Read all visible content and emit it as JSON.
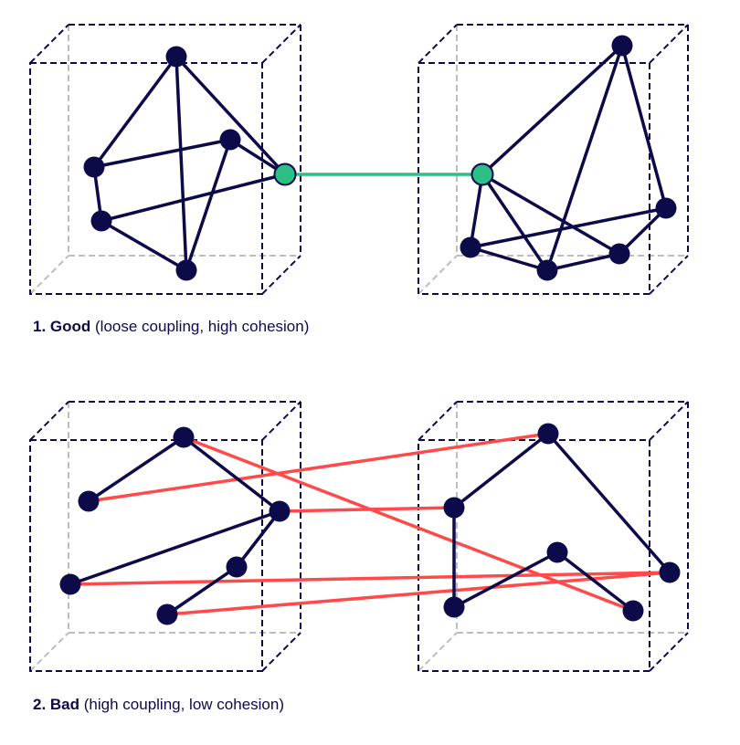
{
  "title": "Coupling and cohesion comparison",
  "colors": {
    "node": "#0d0a4a",
    "edge": "#0d0a4a",
    "interface_node": "#2bbf86",
    "good_link": "#2bbf86",
    "bad_link": "#ff4a4a",
    "box_front": "#0d0a4a",
    "box_hidden": "#bdbdbd",
    "text": "#0d0a4a"
  },
  "panels": [
    {
      "id": "good",
      "caption_bold": "1. Good",
      "caption_rest": " (loose coupling, high cohesion)",
      "modules": [
        {
          "id": "good-left",
          "nodes": [
            {
              "id": "a1",
              "type": "normal"
            },
            {
              "id": "a2",
              "type": "normal"
            },
            {
              "id": "a3",
              "type": "normal"
            },
            {
              "id": "a4",
              "type": "normal"
            },
            {
              "id": "a5",
              "type": "normal"
            },
            {
              "id": "ai",
              "type": "interface"
            }
          ],
          "edges": [
            [
              "a1",
              "a3"
            ],
            [
              "a1",
              "a5"
            ],
            [
              "a1",
              "ai"
            ],
            [
              "a3",
              "a2"
            ],
            [
              "a3",
              "a4"
            ],
            [
              "a2",
              "ai"
            ],
            [
              "a2",
              "a5"
            ],
            [
              "a4",
              "ai"
            ],
            [
              "a4",
              "a5"
            ]
          ]
        },
        {
          "id": "good-right",
          "nodes": [
            {
              "id": "b1",
              "type": "normal"
            },
            {
              "id": "bi",
              "type": "interface"
            },
            {
              "id": "b2",
              "type": "normal"
            },
            {
              "id": "b3",
              "type": "normal"
            },
            {
              "id": "b4",
              "type": "normal"
            },
            {
              "id": "b5",
              "type": "normal"
            }
          ],
          "edges": [
            [
              "b1",
              "bi"
            ],
            [
              "b1",
              "b4"
            ],
            [
              "b1",
              "b2"
            ],
            [
              "bi",
              "b3"
            ],
            [
              "bi",
              "b4"
            ],
            [
              "bi",
              "b5"
            ],
            [
              "b3",
              "b2"
            ],
            [
              "b3",
              "b4"
            ],
            [
              "b4",
              "b5"
            ],
            [
              "b5",
              "b2"
            ]
          ]
        }
      ],
      "cross_links": [
        [
          "ai",
          "bi"
        ]
      ],
      "cross_link_type": "good"
    },
    {
      "id": "bad",
      "caption_bold": "2. Bad",
      "caption_rest": " (high coupling, low cohesion)",
      "modules": [
        {
          "id": "bad-left",
          "nodes": [
            {
              "id": "c1",
              "type": "normal"
            },
            {
              "id": "c2",
              "type": "normal"
            },
            {
              "id": "c3",
              "type": "normal"
            },
            {
              "id": "c4",
              "type": "normal"
            },
            {
              "id": "c5",
              "type": "normal"
            },
            {
              "id": "c6",
              "type": "normal"
            }
          ],
          "edges": [
            [
              "c1",
              "c2"
            ],
            [
              "c1",
              "c3"
            ],
            [
              "c3",
              "c4"
            ],
            [
              "c3",
              "c5"
            ],
            [
              "c5",
              "c6"
            ]
          ]
        },
        {
          "id": "bad-right",
          "nodes": [
            {
              "id": "d1",
              "type": "normal"
            },
            {
              "id": "d2",
              "type": "normal"
            },
            {
              "id": "d3",
              "type": "normal"
            },
            {
              "id": "d4",
              "type": "normal"
            },
            {
              "id": "d5",
              "type": "normal"
            },
            {
              "id": "d6",
              "type": "normal"
            }
          ],
          "edges": [
            [
              "d1",
              "d2"
            ],
            [
              "d1",
              "d5"
            ],
            [
              "d2",
              "d4"
            ],
            [
              "d4",
              "d3"
            ],
            [
              "d3",
              "d6"
            ]
          ]
        }
      ],
      "cross_links": [
        [
          "c1",
          "d6"
        ],
        [
          "c2",
          "d1"
        ],
        [
          "c3",
          "d2"
        ],
        [
          "c4",
          "d5"
        ],
        [
          "c6",
          "d5"
        ]
      ],
      "cross_link_type": "bad"
    }
  ]
}
